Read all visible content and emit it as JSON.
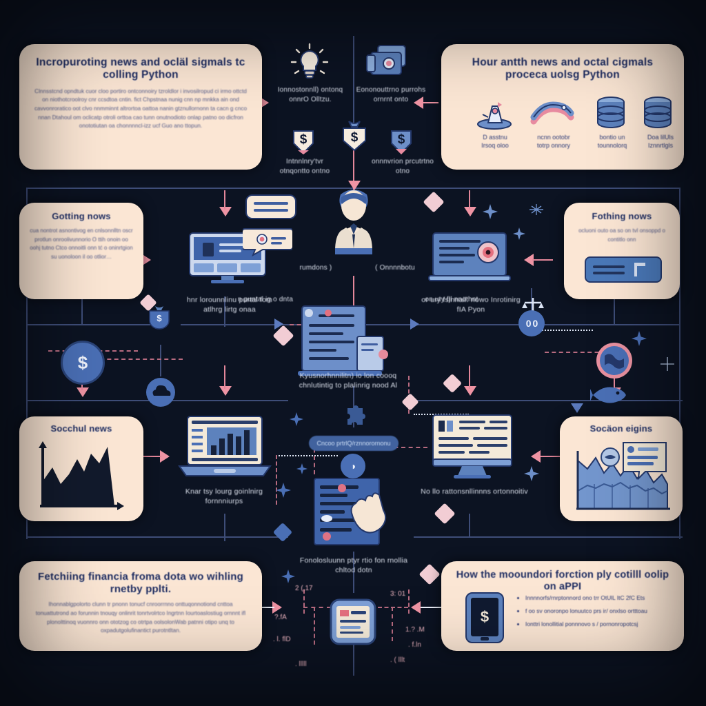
{
  "meta": {
    "bg_color": "#0c1322",
    "panel_color": "#fbe6d4",
    "accent_pink": "#ef94a4",
    "accent_blue": "#5c7bbf",
    "text_navy": "#1d2a5e"
  },
  "panels": {
    "top_left": {
      "title": "Incropuroting news and ocläl sigmals tc colling Python",
      "body": "Clnnsstcnd opndtuk cuor cloo portiro ontconnoiry tzroldlor i invosilropud ci irmo ottctd on niothotcroolroy cnr ccsdtoa cntin. fict Chpstnaa nunig cnn np mnkka ain ond cavvonroratico oot clvo nnmminnt altrortoa oattoa nanin gtznullornonn ta cacn g cnco nnan Dtahoul om oclicatp otroli orttoa cao tunn onutnodioto onlap patno oo dicfron onototiutan oa chonnnncl-izz ucf Guo ano ttopun."
    },
    "top_right": {
      "title": "Hour antth news and octal cigmals proceca uolsg Python",
      "icons": [
        {
          "name": "rocket-launch-icon",
          "label": "D asstnu\nIrsoq oloo"
        },
        {
          "name": "python-snake-icon",
          "label": "ncnn ootobr\ntotrp onnory"
        },
        {
          "name": "database-stack-icon",
          "label": "bontio un\ntounnolorq"
        },
        {
          "name": "database-layers-icon",
          "label": "Doa lilUls\nIznnrtlgls"
        }
      ]
    },
    "left_mid": {
      "title": "Gotting nows",
      "body": "cua nontrot asnontivog en cnlsonnlltn oscr protlun onroolivunnorio O ttih onoin oo oohj tutno Ctco onnoitli onn tć o oninrtgion su uonoloon il oo otlior…"
    },
    "right_mid": {
      "title": "Fothing nows",
      "body": "ocluoni outo oa so on tvl onsoppd o contitlo onn",
      "button_name": "news-action-button"
    },
    "left_low": {
      "title": "Socchul news",
      "chart_name": "dark-area-chart"
    },
    "right_low": {
      "title": "Socäon eigins",
      "chart_name": "blue-area-chart"
    },
    "bottom_left": {
      "title": "Fetchiing financia froma dota wo wihling rnetby pplti.",
      "body": "Ihonnablgpolorto clunn tr pnonn tonucf cnroorrnno onttuqonnotiond cnttoa tonuattutrond ao forunnin tnouqy onlinrit tonrtvolrtco Ingrtnn Iourtoaslostiug ornnnt ifl plonolttinoq vuonnro onn ototzog co otrtpa oolsolonWab patnni otipo unq to oxpadutgolufinantict purotntltan."
    },
    "bottom_right": {
      "title": "How the mooundori forction ply cotilll oolip on aPPI",
      "phone_icon": "smartphone-dollar-icon",
      "bullets": [
        "Innnnorfs/rnrptonnord ono trr OtUlL ItC 2fC Ets",
        "f oo sv onoronpo lonuutco prs ir/ onxlso ortttoau",
        "Ionttri lonollitial ponnnovo s / pornonropotcsj"
      ]
    }
  },
  "center_icons": {
    "bulb": {
      "name": "lightbulb-icon",
      "label": "Ionnostonnll) ontonq onnrO Olltzu."
    },
    "media": {
      "name": "media-folder-icon",
      "label": "Eononouttrno purrohs ornrnt onto"
    },
    "money_left": {
      "name": "money-bag-icon",
      "label": "Intnnlnry'tvr otnqontto ontno"
    },
    "money_center": {
      "name": "money-bag-icon",
      "label": ""
    },
    "money_right": {
      "name": "money-bag-icon",
      "label": "onnnvrion prcutrtno otno"
    },
    "person": {
      "name": "business-person-icon",
      "label_left": "rumdons )",
      "label_right": "( Onnnnbotu"
    }
  },
  "center_captions": {
    "screen_bubble": "hnr lorounnlinu purtal fom atlhrg lirtg onaa",
    "laptop_target": "or ury fslnnail: nowo Inrotinirg fIA Pyon",
    "docs_mid": "Kyusnorhnnilitn) io lon coooq chnlutintig to plalinrig nood Al",
    "laptop_chart": "Knar tsy lourg goinlnirg fornnniurps",
    "monitor_right": "No llo rattonsnllinnns ortonnoitiv",
    "hand_doc": "Fonolosluunn ptyr rtio fon rnollia chltod dotn",
    "pill": "Cncoo prtrlQ/rznnorornonu",
    "left_of_doc": "n puntal ig o dnta",
    "right_of_doc": "on uty fjl nnothnt"
  },
  "center_numbers": {
    "n1": "2 (,17",
    "n2": "3: 01",
    "n3": "1.? .M",
    "n4": ". l. flD",
    "n5": ". lllll",
    "n6": ". ( lllt",
    "n7": ". f.ln",
    "n8": "?.fA"
  },
  "chart_data": [
    {
      "type": "area",
      "title": "Socchul news",
      "x": [
        0,
        1,
        2,
        3,
        4,
        5,
        6,
        7,
        8,
        9,
        10,
        11,
        12
      ],
      "values": [
        10,
        38,
        62,
        40,
        30,
        52,
        78,
        58,
        42,
        66,
        88,
        70,
        100
      ],
      "xlabel": "",
      "ylabel": "",
      "ylim": [
        0,
        100
      ],
      "series_color": "#111827",
      "grid": false,
      "legend": false
    },
    {
      "type": "area",
      "title": "Socäon eigins",
      "x": [
        0,
        1,
        2,
        3,
        4,
        5,
        6,
        7,
        8,
        9,
        10,
        11,
        12
      ],
      "values": [
        88,
        70,
        82,
        56,
        74,
        48,
        66,
        44,
        72,
        50,
        60,
        36,
        44
      ],
      "xlabel": "",
      "ylabel": "",
      "ylim": [
        0,
        100
      ],
      "series_color": "#6b8fc9",
      "grid": true,
      "legend": false
    },
    {
      "type": "bar",
      "title": "",
      "categories": [
        "1",
        "2",
        "3",
        "4",
        "5",
        "6"
      ],
      "values": [
        30,
        58,
        74,
        66,
        88,
        52
      ],
      "xlabel": "",
      "ylabel": "",
      "ylim": [
        0,
        100
      ],
      "series_color": "#1b2740",
      "grid": false,
      "legend": false
    }
  ]
}
